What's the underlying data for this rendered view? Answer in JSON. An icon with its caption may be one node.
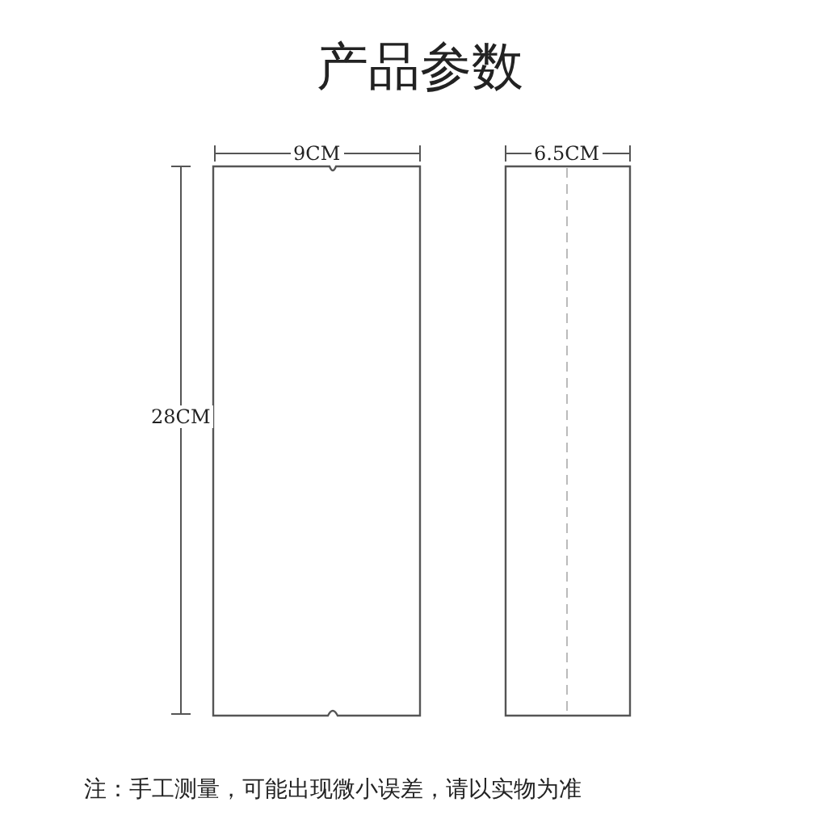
{
  "diagram": {
    "title": "产品参数",
    "labels": [
      "9CM",
      "6.5CM",
      "28CM"
    ],
    "caption": "注：手工测量，可能出现微小误差，请以实物为准"
  }
}
